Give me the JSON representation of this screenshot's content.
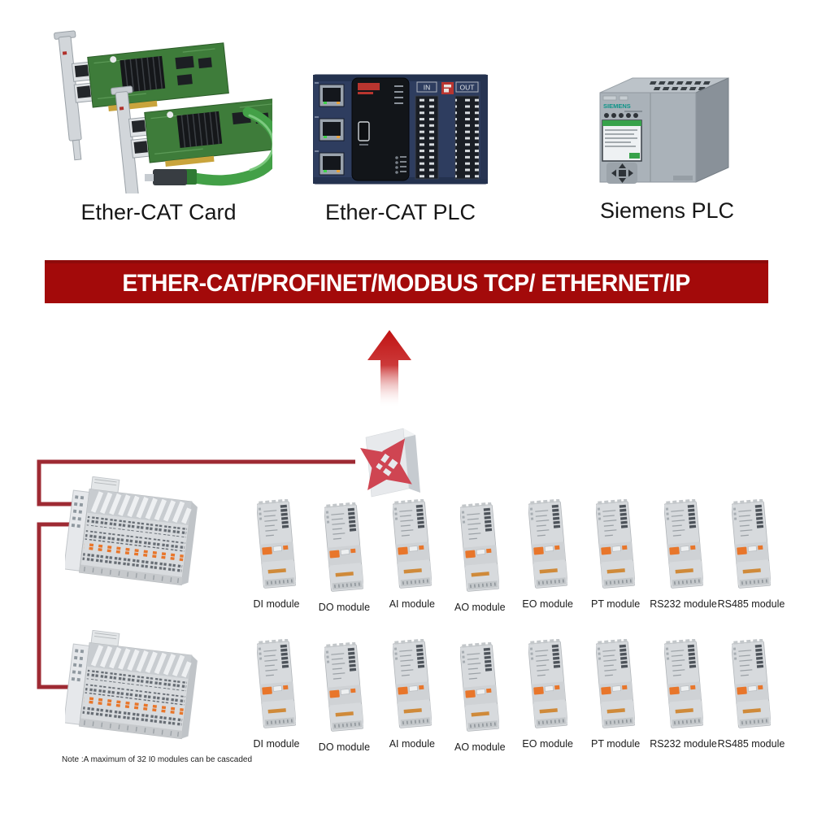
{
  "products": [
    {
      "label": "Ether-CAT Card"
    },
    {
      "label": "Ether-CAT PLC",
      "in_label": "IN",
      "out_label": "OUT"
    },
    {
      "label": "Siemens PLC",
      "brand": "SIEMENS"
    }
  ],
  "banner": {
    "text": "ETHER-CAT/PROFINET/MODBUS TCP/ ETHERNET/IP",
    "background": "#A30A0A",
    "color": "#FFFFFF"
  },
  "module_rows": [
    {
      "labels": [
        "DI module",
        "DO module",
        "AI module",
        "AO module",
        "EO module",
        "PT module",
        "RS232 module",
        "RS485 module"
      ]
    },
    {
      "labels": [
        "DI module",
        "DO module",
        "AI module",
        "AO module",
        "EO module",
        "PT module",
        "RS232 module",
        "RS485 module"
      ]
    }
  ],
  "note": "Note :A maximum of 32 I0 modules can be cascaded",
  "icons": {
    "switch": "network-switch-crossed-arrows-icon",
    "up_arrow": "red-gradient-up-arrow-icon"
  },
  "colors": {
    "banner_red": "#A30A0A",
    "connection_line_red": "#9E2A33",
    "arrow_red": "#C01212",
    "switch_arrow_red": "#CF4552",
    "module_orange": "#E8762B",
    "pcb_green": "#3E7C3A",
    "cable_green": "#43A047",
    "plc_navy": "#2E3D5F",
    "siemens_gray": "#AAB2B9"
  }
}
